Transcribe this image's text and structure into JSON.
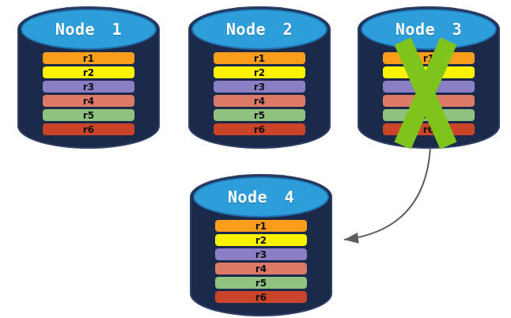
{
  "diagram": {
    "description": "Database replication failover diagram",
    "nodes": [
      {
        "label": "Node 1",
        "failed": false
      },
      {
        "label": "Node 2",
        "failed": false
      },
      {
        "label": "Node 3",
        "failed": true
      },
      {
        "label": "Node 4",
        "failed": false
      }
    ],
    "partitions": [
      {
        "label": "r1",
        "color": "#F99D1B"
      },
      {
        "label": "r2",
        "color": "#FBF202"
      },
      {
        "label": "r3",
        "color": "#8A7EC4"
      },
      {
        "label": "r4",
        "color": "#DD7A68"
      },
      {
        "label": "r5",
        "color": "#8FC17F"
      },
      {
        "label": "r6",
        "color": "#C94428"
      }
    ],
    "colors": {
      "cylinder_body": "#1B2A4A",
      "cylinder_top": "#2D9ED9",
      "cylinder_top_border": "#1F6FAD",
      "failure_x": "#7FC41C",
      "arrow": "#5E5E5E"
    },
    "arrow": {
      "from": "Node 3",
      "to": "Node 4"
    }
  }
}
